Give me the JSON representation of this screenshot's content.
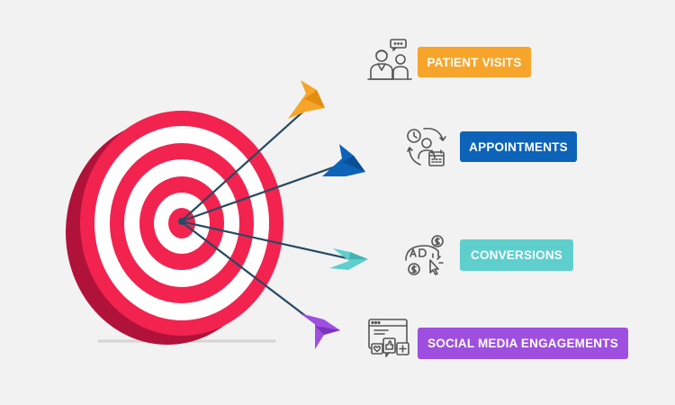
{
  "items": [
    {
      "label": "PATIENT VISITS",
      "color": "#F7A52A",
      "icon": "doctor-patient-icon"
    },
    {
      "label": "APPOINTMENTS",
      "color": "#0D63B8",
      "icon": "appointment-schedule-icon"
    },
    {
      "label": "CONVERSIONS",
      "color": "#5ECFCC",
      "icon": "ad-conversion-icon"
    },
    {
      "label": "SOCIAL MEDIA ENGAGEMENTS",
      "color": "#9E4FE0",
      "icon": "social-engagement-icon"
    }
  ],
  "target": {
    "ring_color": "#F2234F",
    "ring_shadow": "#B1123A",
    "ring_light": "#FFFFFF",
    "shaft_color": "#274A63",
    "icon_color": "#555555"
  }
}
